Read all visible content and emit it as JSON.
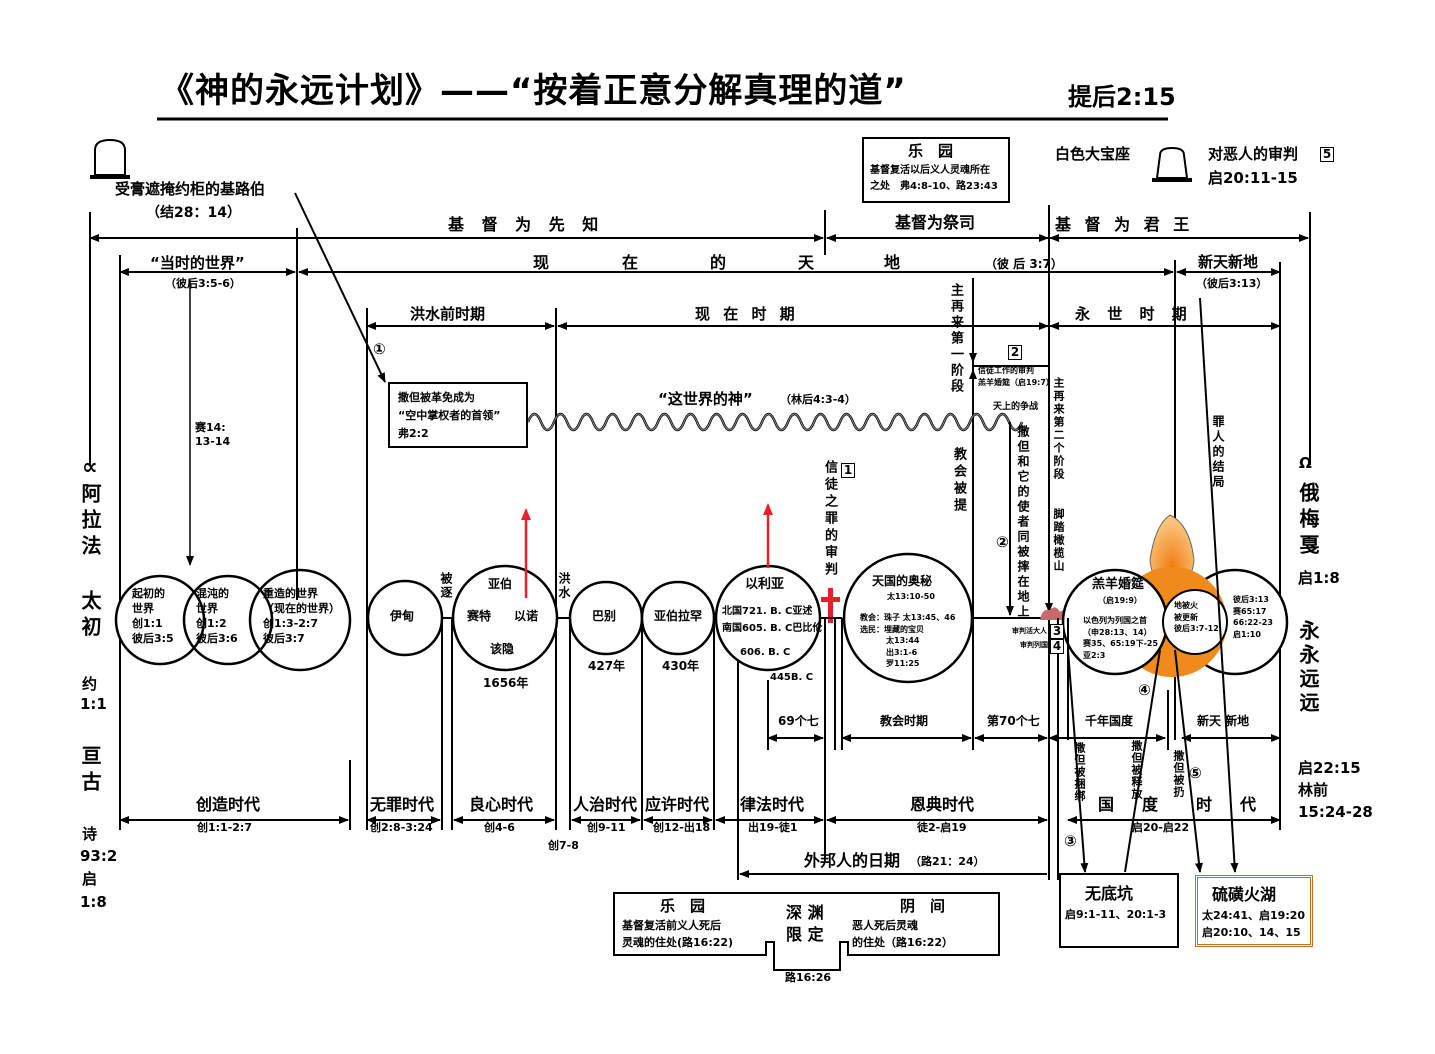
{
  "title": {
    "main": "《神的永远计划》——“按着正意分解真理的道”",
    "ref": "提后2:15"
  },
  "top_left": {
    "cherub": "受膏遮掩约柜的基路伯",
    "cherub_ref": "（结28：14）"
  },
  "paradise_top": {
    "title": "乐　园",
    "line1": "基督复活以后义人灵魂所在",
    "line2": "之处　弗4:8-10、路23:43"
  },
  "white_throne": {
    "label": "白色大宝座",
    "judgment": "对恶人的审判",
    "judgment_num": "5",
    "ref": "启20:11-15"
  },
  "roles": {
    "prophet": "基 督 为 先 知",
    "priest": "基督为祭司",
    "king": "基 督 为 君 王"
  },
  "worlds": {
    "then_world": "“当时的世界”",
    "then_world_ref": "（彼后3:5-6）",
    "present_heaven_earth": [
      "现",
      "在",
      "的",
      "天",
      "地"
    ],
    "present_ref": "（彼 后 3:7）",
    "new_heaven_earth": "新天新地",
    "new_ref": "（彼后3:13）"
  },
  "periods": {
    "pre_flood": "洪水前时期",
    "present": "现 在 时 期",
    "eternal": "永 世 时 期"
  },
  "left_margin": {
    "alpha_symbol": "∝",
    "alpha": "阿拉法",
    "beginning": "太初",
    "john_ref_a": "约",
    "john_ref_b": "1:1",
    "ancient": "亘古",
    "ps_ref": [
      "诗",
      "93:2",
      "启",
      "1:8"
    ]
  },
  "right_margin": {
    "omega_symbol": "Ω",
    "omega": "俄梅戛",
    "rev_ref": "启1:8",
    "forever": "永永远远",
    "refs": [
      "启22:15",
      "林前",
      "15:24-28"
    ]
  },
  "satan": {
    "marker1": "①",
    "box_line1": "撒但被革免成为",
    "box_line2": "“空中掌权者的首领”",
    "box_line3": "弗2:2",
    "god_of_world": "“这世界的神”",
    "god_ref": "（林后4:3-4）",
    "isa_ref": "赛14:",
    "isa_ref2": "13-14",
    "heaven_war": "天上的争战",
    "cast_down": "撒但和它的使者同被摔在地上",
    "marker2": "②"
  },
  "rapture": {
    "first_stage": "主再来第一阶段",
    "church_raptured": "教会被提",
    "second_stage": "主再来第二个阶段",
    "feet_mountain": "脚踏橄榄山",
    "box2_num": "2",
    "judge_works": "信徒工作的审判",
    "lamb_supper": "羔羊婚筵（启19:7）",
    "judgment1_num": "1",
    "judgment1": "信徒之罪的审判",
    "judge_living": "审判活大人",
    "judge_nations": "审判列国",
    "num3": "3",
    "num4": "4"
  },
  "circles": {
    "initial_world": [
      "起初的",
      "世界",
      "创1:1",
      "彼后3:5"
    ],
    "chaotic_world": [
      "混沌的",
      "世界",
      "创1:2",
      "彼后3:6"
    ],
    "remade_world": [
      "重造的世界",
      "（现在的世界）",
      "创1:3-2:7",
      "彼后3:7"
    ],
    "eden": "伊甸",
    "expelled": "被逐",
    "abel": "亚伯",
    "seth": "赛特",
    "enoch": "以诺",
    "cain": "该隐",
    "years_1656": "1656年",
    "flood": "洪水",
    "babel": "巴别",
    "years_427": "427年",
    "abraham": "亚伯拉罕",
    "years_430": "430年",
    "elijah": "以利亚",
    "north": "北国721. B. C亚述",
    "south": "南国605. B. C巴比伦",
    "bc606": "606. B. C",
    "bc445": "445B. C",
    "kingdom_mystery": [
      "天国的奥秘",
      "太13:10-50"
    ],
    "kingdom_detail": [
      "教会：珠子 太13:45、46",
      "选民：埋藏的宝贝",
      "太13:44",
      "出3:1-6",
      "罗11:25"
    ],
    "lamb_feast": [
      "羔羊婚筵",
      "（启19:9）"
    ],
    "lamb_detail": [
      "以色列为列国之首",
      "（申28:13、14）",
      "赛35、65:19下-25",
      "亚2:3"
    ],
    "fire_renew": [
      "地被火",
      "被更新",
      "彼后3:7-12"
    ],
    "new_earth_refs": [
      "彼后3:13",
      "赛65:17",
      "66:22-23",
      "启1:10"
    ],
    "sinner_end": "罪人的结局"
  },
  "lower_periods": {
    "sixty_nine": "69个七",
    "church_period": "教会时期",
    "seventieth": "第70个七",
    "millennium": "千年国度",
    "new_heaven_new_earth": "新天 新地",
    "satan_bound": "撒但被捆绑",
    "satan_released": "撒但被释放",
    "satan_cast": "撒但被扔",
    "marker3": "③",
    "marker4": "④",
    "marker5": "⑤"
  },
  "dispensations": [
    {
      "name": "创造时代",
      "ref": "创1:1-2:7"
    },
    {
      "name": "无罪时代",
      "ref": "创2:8-3:24"
    },
    {
      "name": "良心时代",
      "ref": "创4-6"
    },
    {
      "name": "人治时代",
      "ref": "创9-11"
    },
    {
      "name": "应许时代",
      "ref": "创12-出18"
    },
    {
      "name": "律法时代",
      "ref": "出19-徒1"
    },
    {
      "name": "恩典时代",
      "ref": "徒2-启19"
    }
  ],
  "flood_ref": "创7-8",
  "kingdom_age": {
    "chars": [
      "国",
      "度",
      "时",
      "代"
    ],
    "ref": "启20-启22"
  },
  "gentiles": {
    "label": "外邦人的日期",
    "ref": "（路21：24）"
  },
  "hades": {
    "paradise_title": "乐　园",
    "paradise_line1": "基督复活前义人死后",
    "paradise_line2": "灵魂的住处(路16:22)",
    "gulf": [
      "深 渊",
      "限 定"
    ],
    "gulf_ref": "路16:26",
    "hades_title": "阴　间",
    "hades_line1": "恶人死后灵魂",
    "hades_line2": "的住处（路16:22）"
  },
  "abyss": {
    "title": "无底坑",
    "ref": "启9:1-11、20:1-3"
  },
  "lake_of_fire": {
    "title": "硫磺火湖",
    "ref1": "太24:41、启19:20",
    "ref2": "启20:10、14、15",
    "border_color": "#c0701e"
  },
  "colors": {
    "red": "#e8202a",
    "orange": "#f08a1c",
    "orange_light": "#f9b35a",
    "mountain": "#c86a6a"
  }
}
